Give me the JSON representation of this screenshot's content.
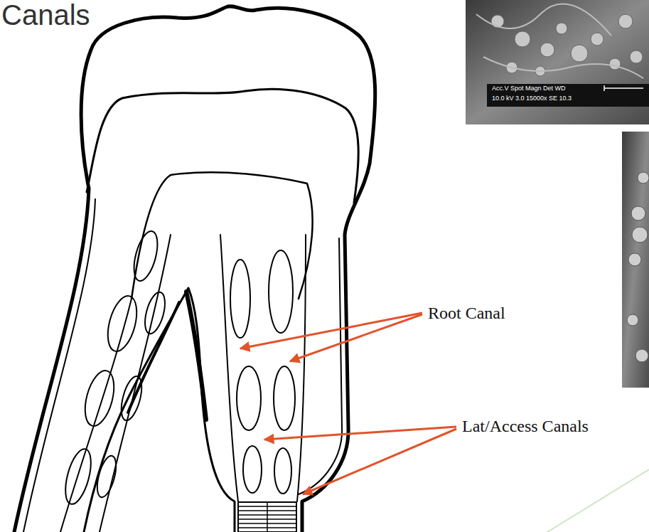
{
  "diagram": {
    "title": "Canals",
    "labels": [
      "Root Canal",
      "Lat/Access Canals",
      "Acc.V Spot Magn Det WD",
      "10.0 kV 3.0 15000x SE 10.3"
    ]
  }
}
